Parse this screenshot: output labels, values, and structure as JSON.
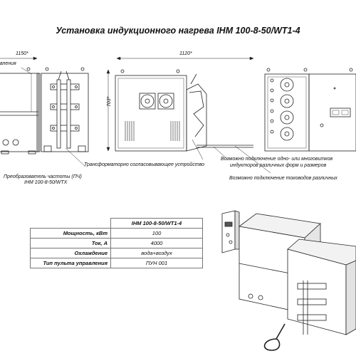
{
  "title": "Установка индукционного нагрева ІНМ 100-8-50/WT1-4",
  "dimensions": {
    "width_left": "1150*",
    "width_mid": "1120*",
    "height": "703*"
  },
  "labels": {
    "panel": "вления",
    "transformer": "Трансформаторно согласовывающее устройство",
    "converter_line1": "Преобразователь частоты (ПЧ)",
    "converter_line2": "ІНМ  100-8-50/WTX",
    "inductors_line1": "Возможно подключение одно- или многовитков",
    "inductors_line2": "индукторов различных форм и размеров",
    "current_leads": "Возможно подключение тоководов различных"
  },
  "table": {
    "model": "ІНМ 100-8-50/WT1-4",
    "rows": [
      {
        "key": "Мощность, кВт",
        "value": "100"
      },
      {
        "key": "Ток, А",
        "value": "4000"
      },
      {
        "key": "Охлаждение",
        "value": "вода+воздух"
      },
      {
        "key": "Тип пульта управления",
        "value": "ПУН 001"
      }
    ]
  }
}
